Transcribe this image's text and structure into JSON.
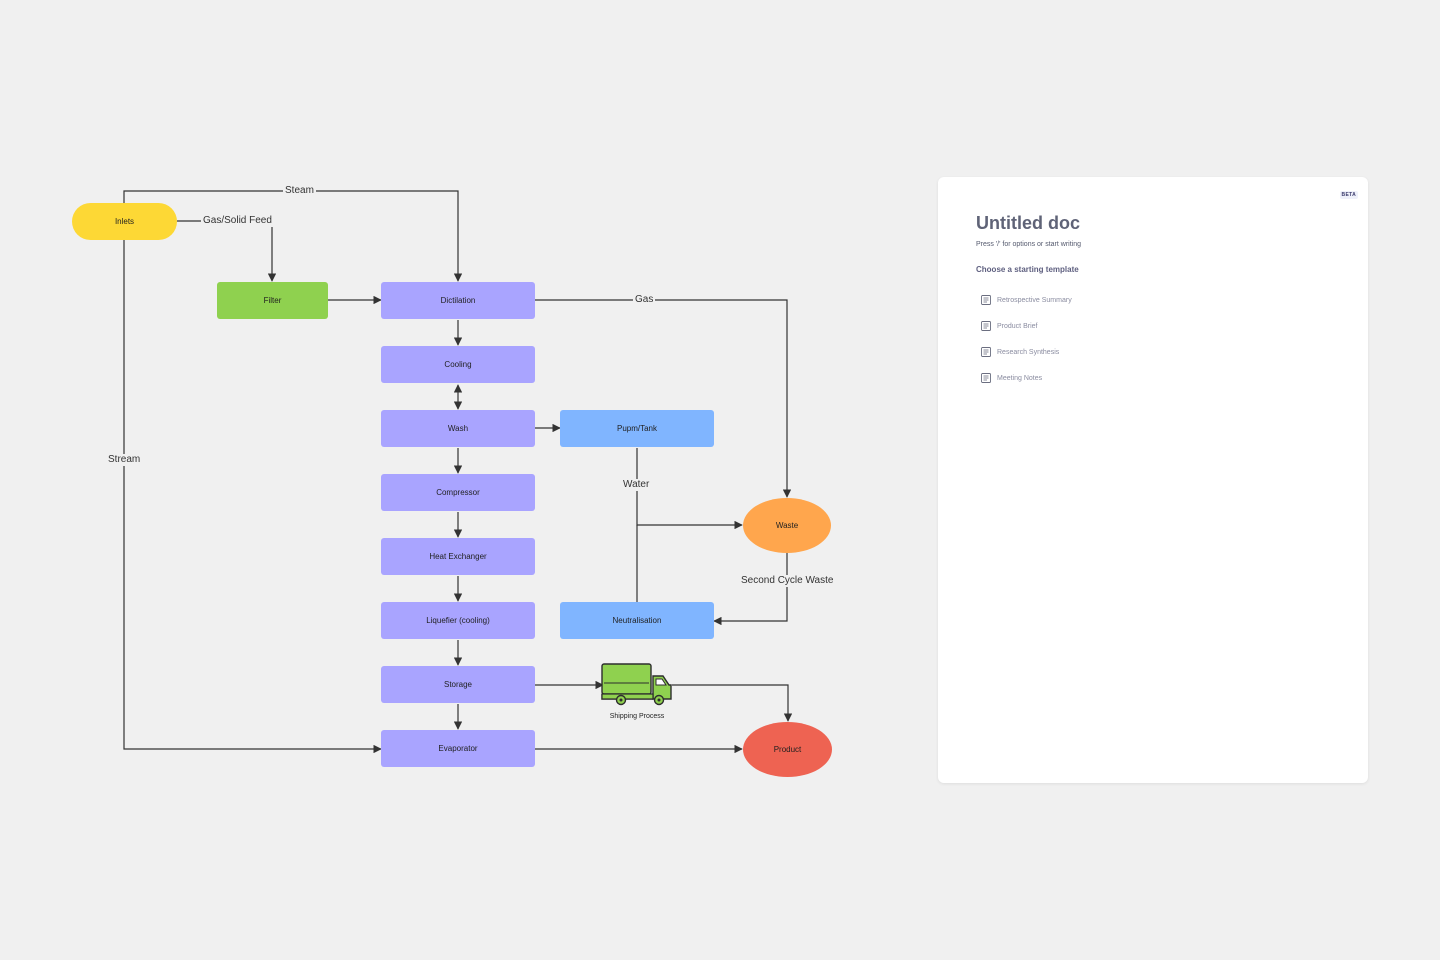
{
  "diagram": {
    "nodes": {
      "inlets": "Inlets",
      "filter": "Filter",
      "distillation": "Dictilation",
      "cooling": "Cooling",
      "wash": "Wash",
      "pump_tank": "Pupm/Tank",
      "compressor": "Compressor",
      "heat_exchanger": "Heat Exchanger",
      "liquefier": "Liquefier (cooling)",
      "neutralisation": "Neutralisation",
      "storage": "Storage",
      "evaporator": "Evaporator",
      "waste": "Waste",
      "product": "Product",
      "shipping": "Shipping Process"
    },
    "edge_labels": {
      "steam": "Steam",
      "gas_solid_feed": "Gas/Solid Feed",
      "gas": "Gas",
      "stream": "Stream",
      "water": "Water",
      "second_cycle_waste": "Second Cycle Waste"
    },
    "colors": {
      "yellow": "#fdd835",
      "green": "#8fd14f",
      "purple": "#a9a4ff",
      "blue": "#80b5ff",
      "orange": "#ffa64d",
      "red": "#ee6352",
      "line": "#333333"
    }
  },
  "doc": {
    "badge": "BETA",
    "title": "Untitled doc",
    "hint": "Press '/' for options or start writing",
    "templates_heading": "Choose a starting template",
    "templates": [
      {
        "label": "Retrospective Summary",
        "icon": "document-icon"
      },
      {
        "label": "Product Brief",
        "icon": "document-icon"
      },
      {
        "label": "Research Synthesis",
        "icon": "document-icon"
      },
      {
        "label": "Meeting Notes",
        "icon": "document-icon"
      }
    ]
  }
}
